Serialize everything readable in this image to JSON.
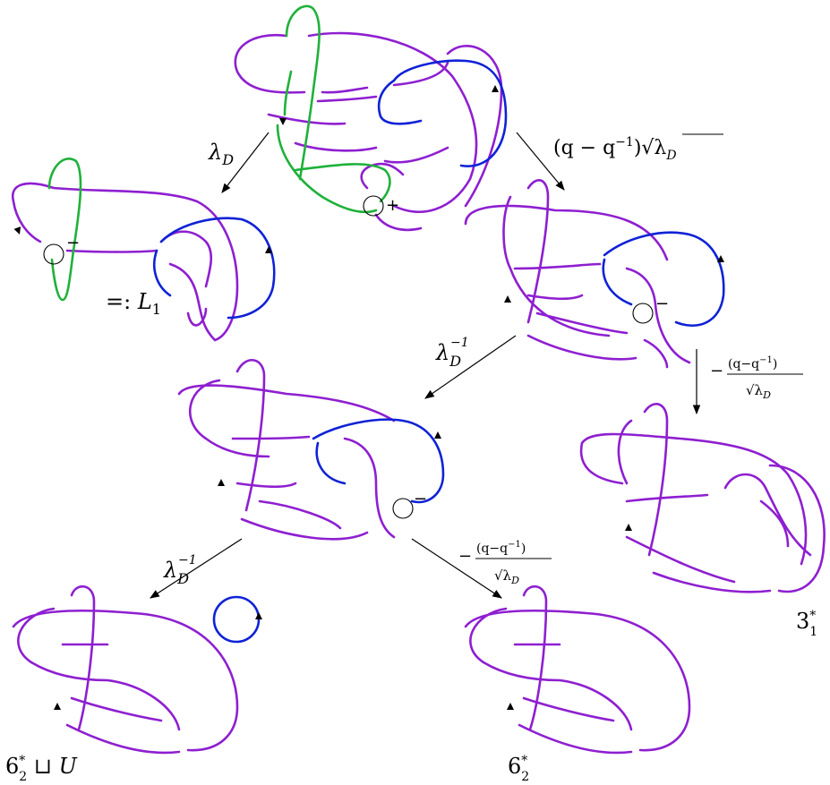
{
  "colors": {
    "purple": "#8e1fd0",
    "green": "#1fb13a",
    "blue": "#0f22d6",
    "arrow": "#000000"
  },
  "labels": {
    "lambdaD": {
      "base": "λ",
      "sub": "D"
    },
    "coef_top_right": {
      "open": "(q − q",
      "sup": "−1",
      "close": ")√λ",
      "sub": "D"
    },
    "L1": {
      "prefix": "=: ",
      "base": "L",
      "sub": "1"
    },
    "lambdaD_inv_1": {
      "base": "λ",
      "sub": "D",
      "sup": "−1"
    },
    "lambdaD_inv_2": {
      "base": "λ",
      "sub": "D",
      "sup": "−1"
    },
    "frac_right": {
      "sign": "−",
      "num": "(q−q",
      "numsup": "−1",
      "numclose": ")",
      "den": "√λ",
      "densub": "D"
    },
    "frac_bottom": {
      "sign": "−",
      "num": "(q−q",
      "numsup": "−1",
      "numclose": ")",
      "den": "√λ",
      "densub": "D"
    },
    "knot_3_1": {
      "base": "3",
      "sup": "*",
      "sub": "1"
    },
    "knot_6_2": {
      "base": "6",
      "sup": "*",
      "sub": "2"
    },
    "knot_6_2_U": {
      "base": "6",
      "sup": "*",
      "sub": "2",
      "rest": " ⊔ U"
    },
    "sign_plus": "+",
    "sign_minus_1": "−",
    "sign_minus_2": "−",
    "sign_minus_3": "−"
  }
}
